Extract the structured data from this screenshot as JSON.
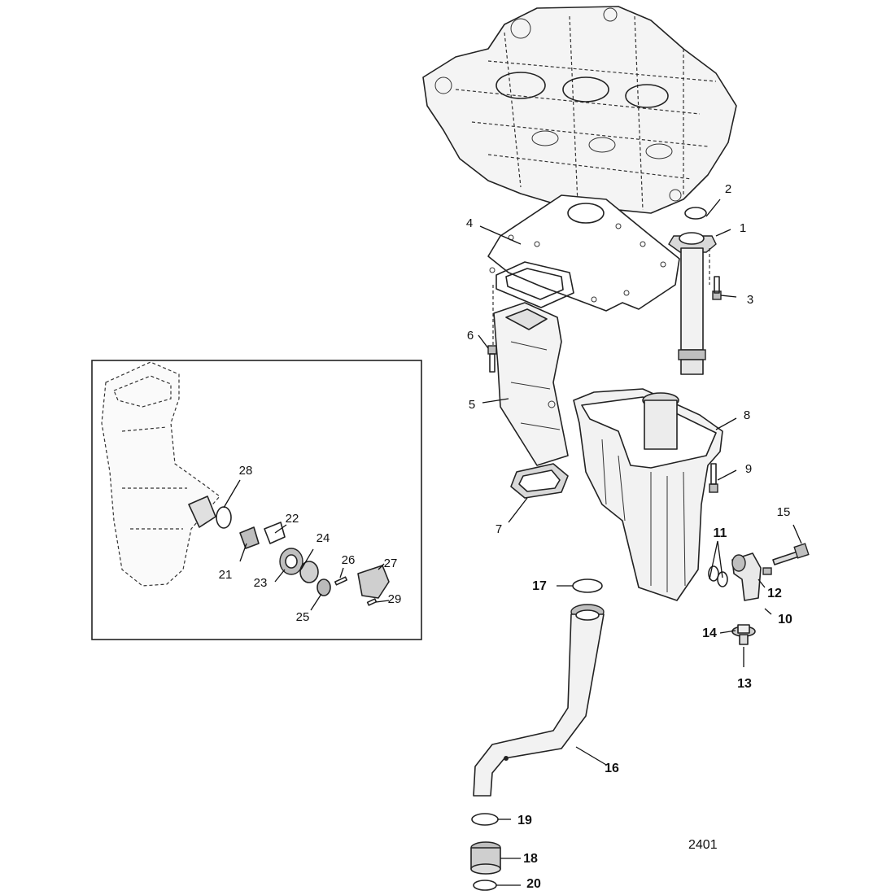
{
  "figure_number": "2401",
  "callouts": {
    "c1": "1",
    "c2": "2",
    "c3": "3",
    "c4": "4",
    "c5": "5",
    "c6": "6",
    "c7": "7",
    "c8": "8",
    "c9": "9",
    "c10": "10",
    "c11": "11",
    "c12": "12",
    "c13": "13",
    "c14": "14",
    "c15": "15",
    "c16": "16",
    "c17": "17",
    "c18": "18",
    "c19": "19",
    "c20": "20",
    "c21": "21",
    "c22": "22",
    "c23": "23",
    "c24": "24",
    "c25": "25",
    "c26": "26",
    "c27": "27",
    "c28": "28",
    "c29": "29"
  }
}
